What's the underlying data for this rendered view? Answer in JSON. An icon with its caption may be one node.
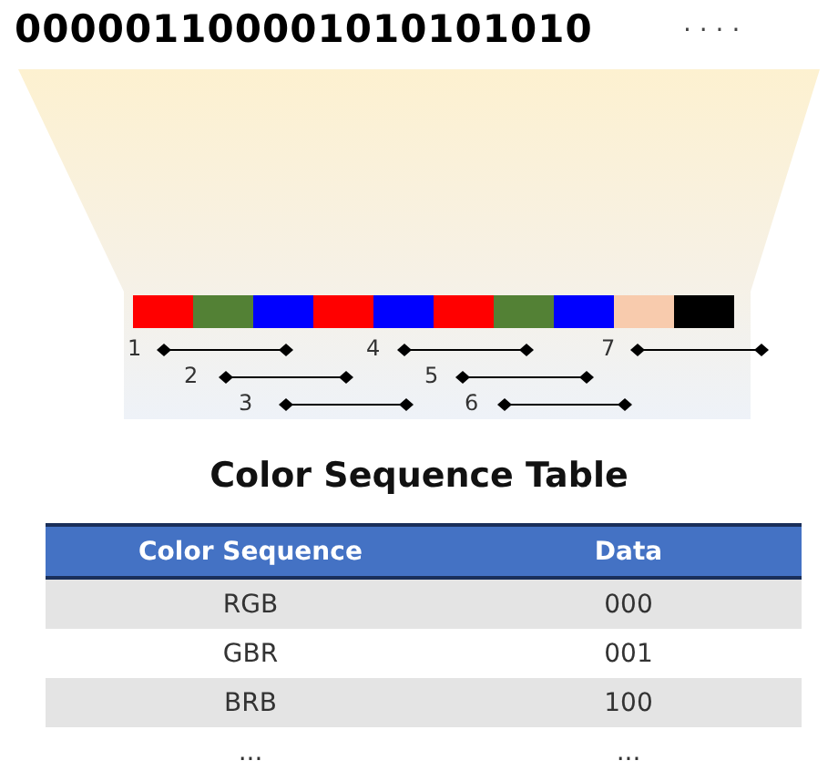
{
  "diagram": {
    "title": "Color Sequence Table",
    "labels": [
      "000001100001010101010",
      "· · · ·",
      "1",
      "4",
      "7",
      "2",
      "5",
      "3",
      "6",
      "Color Sequence",
      "Data",
      "RGB",
      "000",
      "GBR",
      "001",
      "BRB",
      "100",
      "...",
      "..."
    ]
  }
}
